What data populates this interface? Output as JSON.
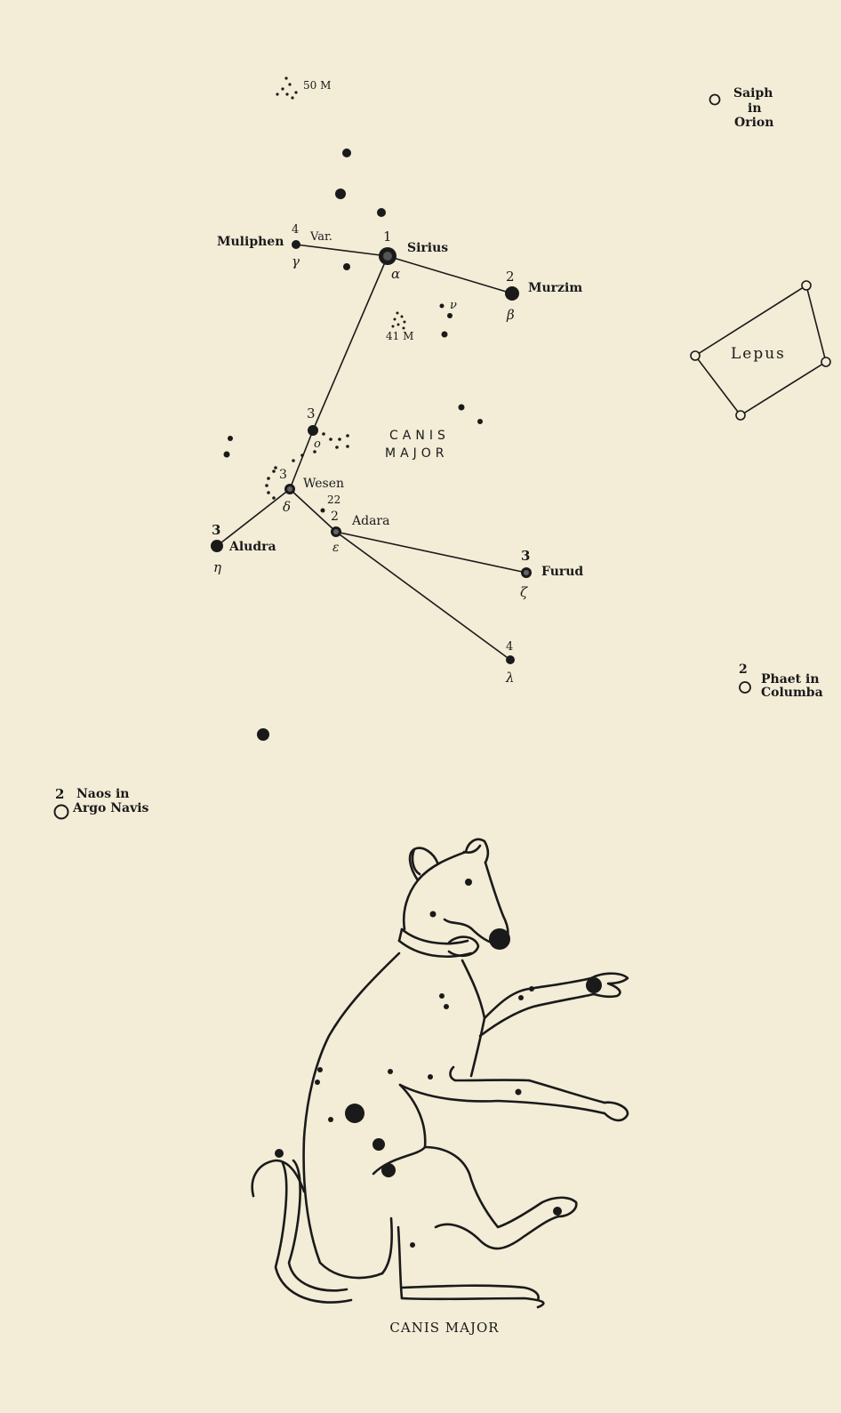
{
  "stars": {
    "sirius": {
      "name": "Sirius",
      "magnitude": "1",
      "greek": "α"
    },
    "murzim": {
      "name": "Murzim",
      "magnitude": "2",
      "greek": "β"
    },
    "muliphen": {
      "name": "Muliphen",
      "magnitude": "4",
      "greek": "γ",
      "note": "Var."
    },
    "wesen": {
      "name": "Wesen",
      "magnitude": "3",
      "greek": "δ"
    },
    "adara": {
      "name": "Adara",
      "magnitude": "2",
      "greek": "ε"
    },
    "aludra": {
      "name": "Aludra",
      "magnitude": "3",
      "greek": "η"
    },
    "furud": {
      "name": "Furud",
      "magnitude": "3",
      "greek": "ζ"
    },
    "lambda": {
      "magnitude": "4",
      "greek": "λ"
    },
    "omicron": {
      "magnitude": "3",
      "greek": "o"
    },
    "nu": {
      "greek": "ν"
    },
    "star22": {
      "number": "22"
    }
  },
  "clusters": {
    "m50": "50 M",
    "m41": "41 M"
  },
  "constellation_label": {
    "line1": "CANIS",
    "line2": "MAJOR"
  },
  "external": {
    "saiph": {
      "line1": "Saiph",
      "line2": "in",
      "line3": "Orion"
    },
    "lepus": "Lepus",
    "phaet": {
      "magnitude": "2",
      "line1": "Phaet in",
      "line2": "Columba"
    },
    "naos": {
      "magnitude": "2",
      "line1": "Naos in",
      "line2": "Argo Navis"
    }
  },
  "caption": "CANIS MAJOR"
}
